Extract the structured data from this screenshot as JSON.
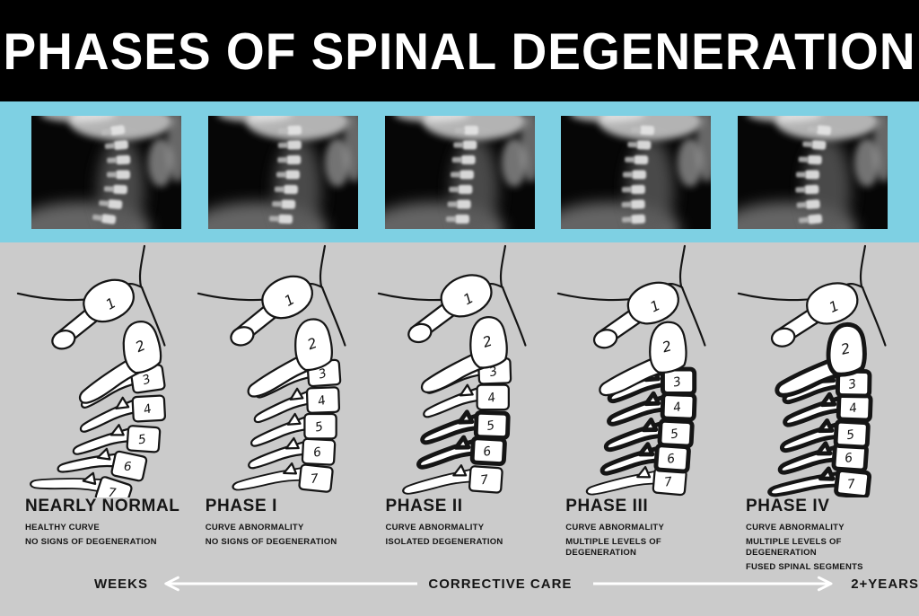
{
  "title": "PHASES OF SPINAL DEGENERATION",
  "colors": {
    "header_bg": "#000000",
    "xray_band_bg": "#7ed0e3",
    "body_bg": "#cbcbcb",
    "ink": "#151515",
    "arrow": "#ffffff",
    "bone_fill": "#ffffff"
  },
  "band": {
    "xray_count": 5
  },
  "vertebra_numbers": [
    "1",
    "2",
    "3",
    "4",
    "5",
    "6",
    "7"
  ],
  "phases": [
    {
      "label": "NEARLY NORMAL",
      "lines": [
        "HEALTHY CURVE",
        "NO SIGNS OF DEGENERATION"
      ],
      "degenerated_levels": []
    },
    {
      "label": "PHASE I",
      "lines": [
        "CURVE ABNORMALITY",
        "NO SIGNS OF DEGENERATION"
      ],
      "degenerated_levels": []
    },
    {
      "label": "PHASE II",
      "lines": [
        "CURVE ABNORMALITY",
        "ISOLATED DEGENERATION"
      ],
      "degenerated_levels": [
        5,
        6
      ]
    },
    {
      "label": "PHASE III",
      "lines": [
        "CURVE ABNORMALITY",
        "MULTIPLE LEVELS OF DEGENERATION"
      ],
      "degenerated_levels": [
        3,
        4,
        5,
        6
      ]
    },
    {
      "label": "PHASE IV",
      "lines": [
        "CURVE ABNORMALITY",
        "MULTIPLE LEVELS OF DEGENERATION",
        "FUSED SPINAL SEGMENTS"
      ],
      "degenerated_levels": [
        2,
        3,
        4,
        5,
        6,
        7
      ]
    }
  ],
  "timeline": {
    "left_label": "WEEKS",
    "center_label": "CORRECTIVE CARE",
    "right_label": "2+YEARS"
  }
}
